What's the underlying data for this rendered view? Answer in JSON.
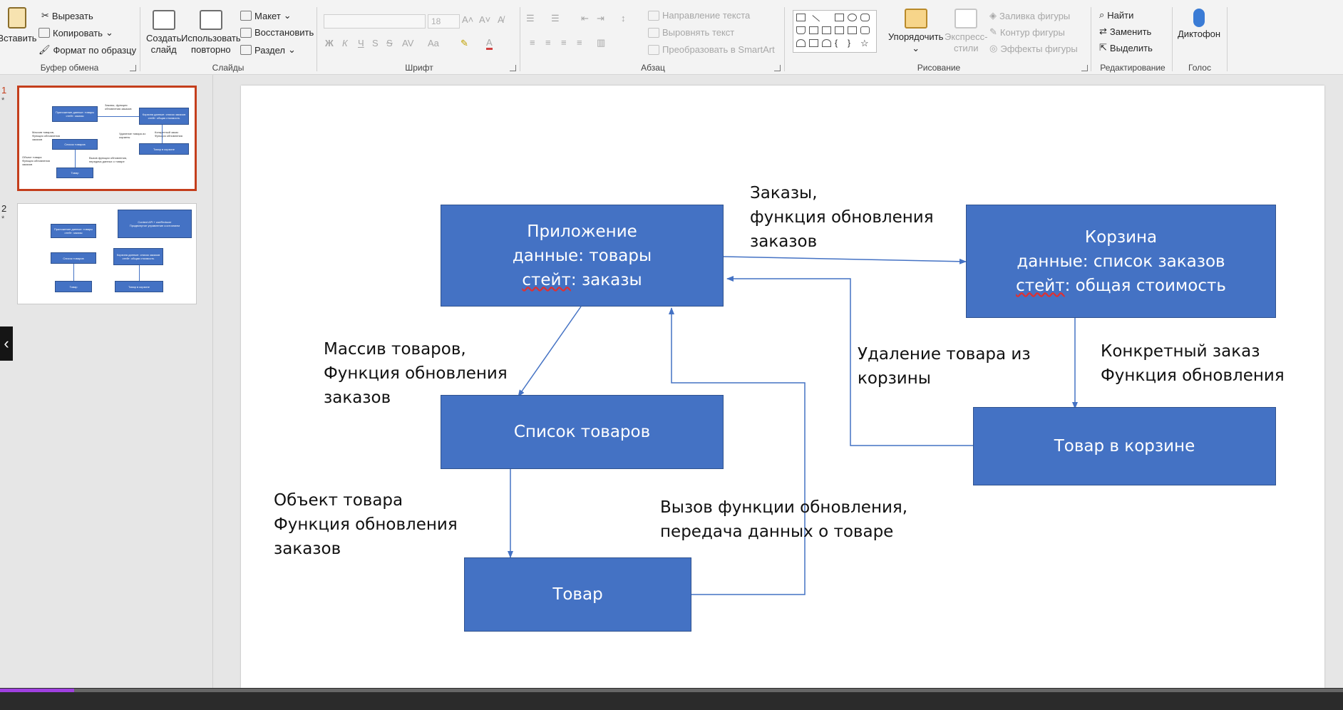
{
  "ribbon": {
    "clipboard": {
      "paste": "Вставить",
      "cut": "Вырезать",
      "copy": "Копировать",
      "format_painter": "Формат по образцу",
      "group_label": "Буфер обмена"
    },
    "slides": {
      "new_slide_l1": "Создать",
      "new_slide_l2": "слайд",
      "reuse_l1": "Использовать",
      "reuse_l2": "повторно",
      "layout": "Макет",
      "reset": "Восстановить",
      "section": "Раздел",
      "group_label": "Слайды"
    },
    "font": {
      "size": "18",
      "bold": "Ж",
      "italic": "К",
      "underline": "Ч",
      "strike": "S",
      "spacing": "AV",
      "case": "Aa",
      "group_label": "Шрифт"
    },
    "paragraph": {
      "text_direction": "Направление текста",
      "align_text": "Выровнять текст",
      "smartart": "Преобразовать в SmartArt",
      "group_label": "Абзац"
    },
    "drawing": {
      "arrange": "Упорядочить",
      "quick_styles_l1": "Экспресс-",
      "quick_styles_l2": "стили",
      "shape_fill": "Заливка фигуры",
      "shape_outline": "Контур фигуры",
      "shape_effects": "Эффекты фигуры",
      "group_label": "Рисование"
    },
    "editing": {
      "find": "Найти",
      "replace": "Заменить",
      "select": "Выделить",
      "group_label": "Редактирование"
    },
    "voice": {
      "dictate": "Диктофон",
      "group_label": "Голос"
    }
  },
  "thumbnails": [
    {
      "number": "1",
      "star": "*",
      "selected": true
    },
    {
      "number": "2",
      "star": "*",
      "selected": false
    }
  ],
  "thumb1": {
    "app": "Приложение данные: товары стейт: заказы",
    "cart": "Корзина данные: список заказов стейт: общая стоимость",
    "list": "Список товаров",
    "item": "Товар",
    "cart_item": "Товар в корзине",
    "orders_note": "Заказы, функция обновления заказов",
    "array_note": "Массив товаров, Функция обновления заказов",
    "remove_note": "Удаление товара из корзины",
    "specific_note": "Конкретный заказ Функция обновления",
    "object_note": "Объект товара Функция обновления заказов",
    "call_note": "Вызов функции обновления, передача данных о товаре"
  },
  "thumb2": {
    "app": "Приложение данные: товары стейт: заказы",
    "context": "Context API + useReducer",
    "context_sub": "Продвинутое управление состоянием",
    "list": "Список товаров",
    "cart": "Корзина данные: список заказов стейт: общая стоимость",
    "item": "Товар",
    "cart_item": "Товар в корзине"
  },
  "slide": {
    "boxes": {
      "app": {
        "line1": "Приложение",
        "line2": "данные: товары",
        "line3a": "стейт",
        "line3b": ": заказы"
      },
      "cart": {
        "line1": "Корзина",
        "line2": "данные: список заказов",
        "line3a": "стейт",
        "line3b": ": общая стоимость"
      },
      "product_list": {
        "text": "Список товаров"
      },
      "cart_item": {
        "text": "Товар в корзине"
      },
      "product": {
        "text": "Товар"
      }
    },
    "labels": {
      "orders": [
        "Заказы,",
        "функция обновления",
        "заказов"
      ],
      "products_array": [
        "Массив товаров,",
        "Функция обновления",
        "заказов"
      ],
      "remove_from_cart": [
        "Удаление товара из",
        "корзины"
      ],
      "specific_order": [
        "Конкретный заказ",
        "Функция обновления"
      ],
      "product_object": [
        "Объект товара",
        "Функция обновления",
        "заказов"
      ],
      "update_call": [
        "Вызов функции обновления,",
        "передача данных о товаре"
      ]
    },
    "arrow_color": "#4472c4",
    "box_color": "#4472c4"
  },
  "video": {
    "progress_fraction": 0.055,
    "accent": "#a040e0"
  }
}
